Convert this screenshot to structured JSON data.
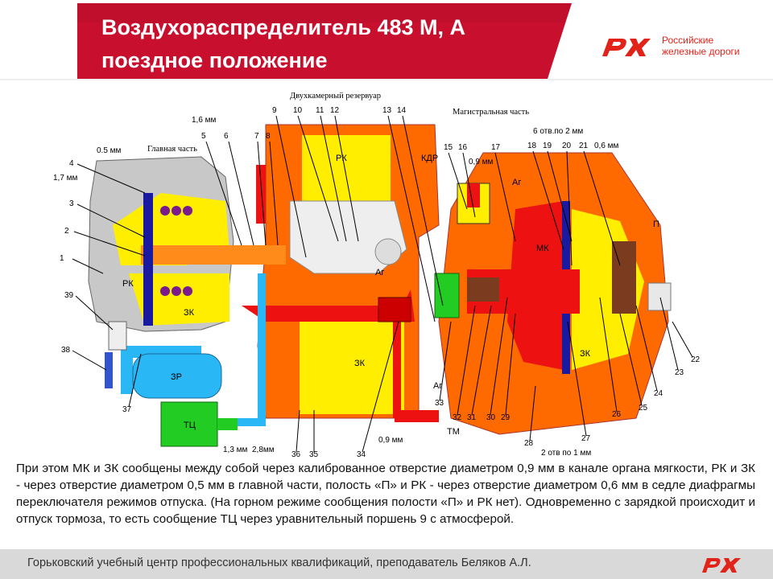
{
  "header": {
    "title_line1": "Воздухораспределитель  483 М, А",
    "title_line2": "поездное положение",
    "brand_line1": "Российские",
    "brand_line2": "железные дороги",
    "brand_color": "#e2231a"
  },
  "diagram": {
    "section_labels": {
      "reservoir": "Двухкамерный резервуар",
      "main_part": "Главная часть",
      "line_part": "Магистральная часть"
    },
    "zone_labels": {
      "rk_top": "РК",
      "rk_left": "РК",
      "zk_left": "ЗК",
      "zk_center": "ЗК",
      "zk_right": "ЗК",
      "zr": "ЗР",
      "tc": "ТЦ",
      "mk": "МК",
      "kdr": "КДР",
      "ag1": "Аг",
      "ag2": "Аг",
      "ag3": "Аг",
      "tm": "ТМ",
      "p": "П"
    },
    "callouts": {
      "n1": "1",
      "n2": "2",
      "n3": "3",
      "n4": "4",
      "n5": "5",
      "n6": "6",
      "n7": "7",
      "n8": "8",
      "n9": "9",
      "n10": "10",
      "n11": "11",
      "n12": "12",
      "n13": "13",
      "n14": "14",
      "n15": "15",
      "n16": "16",
      "n17": "17",
      "n18": "18",
      "n19": "19",
      "n20": "20",
      "n21": "21",
      "n22": "22",
      "n23": "23",
      "n24": "24",
      "n25": "25",
      "n26": "26",
      "n27": "27",
      "n28": "28",
      "n29": "29",
      "n30": "30",
      "n31": "31",
      "n32": "32",
      "n33": "33",
      "n34": "34",
      "n35": "35",
      "n36": "36",
      "n37": "37",
      "n38": "38",
      "n39": "39"
    },
    "sizes": {
      "s05": "0.5 мм",
      "s17": "1,7 мм",
      "s16": "1,6 мм",
      "s09a": "0,9 мм",
      "s6holes": "6 отв.по 2 мм",
      "s06": "0,6 мм",
      "s13": "1,3 мм",
      "s28": "2,8мм",
      "s09b": "0,9 мм",
      "s2holes": "2 отв по 1 мм"
    }
  },
  "description": "При этом МК и ЗК сообщены между собой через калиброванное отверстие диаметром 0,9 мм в канале органа мягкости, РК и ЗК - через отверстие диаметром 0,5 мм в главной части, полость «П» и РК - через отверстие диаметром 0,6 мм в седле диафрагмы переключателя режимов отпуска. (На горном режиме сообщения полости «П» и РК нет). Одновременно с зарядкой происходит и отпуск тормоза, то есть сообщение ТЦ через уравнительный поршень 9 с атмосферой.",
  "footer": {
    "text": "Горьковский учебный центр профессиональных квалификаций, преподаватель Беляков А.Л."
  }
}
